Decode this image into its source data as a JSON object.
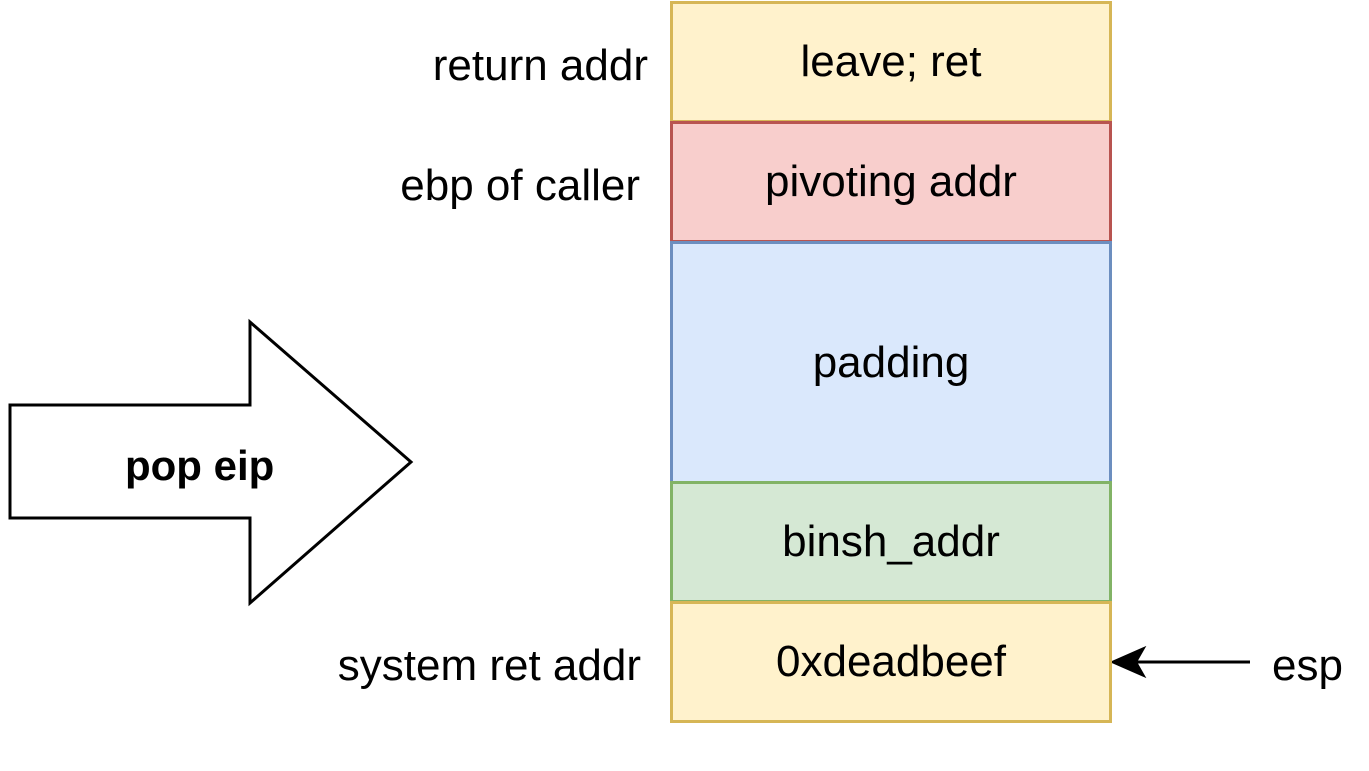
{
  "stack": [
    {
      "id": "return-addr",
      "label": "return addr",
      "value": "leave; ret",
      "fill": "#fff2cc",
      "stroke": "#d6b656"
    },
    {
      "id": "ebp-of-caller",
      "label": "ebp of caller",
      "value": "pivoting addr",
      "fill": "#f8cecc",
      "stroke": "#b85450"
    },
    {
      "id": "padding",
      "label": "",
      "value": "padding",
      "fill": "#dae8fc",
      "stroke": "#6c8ebf"
    },
    {
      "id": "binsh-addr",
      "label": "",
      "value": "binsh_addr",
      "fill": "#d5e8d4",
      "stroke": "#82b366"
    },
    {
      "id": "system-ret-addr",
      "label": "system ret addr",
      "value": "0xdeadbeef",
      "fill": "#fff2cc",
      "stroke": "#d6b656"
    }
  ],
  "big_arrow": {
    "label": "pop eip"
  },
  "pointer": {
    "label": "esp"
  }
}
